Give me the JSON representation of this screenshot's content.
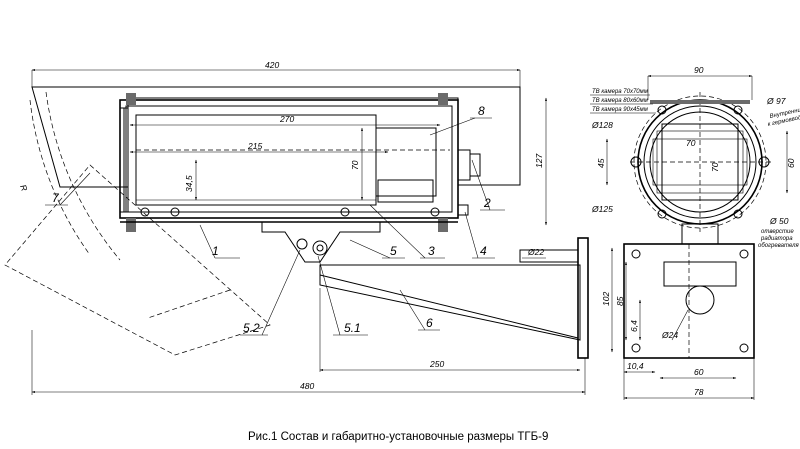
{
  "caption": "Рис.1 Состав и габаритно-установочные размеры ТГБ-9",
  "side_view": {
    "dims": {
      "overall_length": "420",
      "inner_length": "270",
      "optic_length": "215",
      "height_34": "34,5",
      "height_70": "70",
      "total_height": "127",
      "bracket_reach": "250",
      "total_length": "480",
      "hole_d": "Ø22",
      "radius": "R"
    },
    "parts": [
      "1",
      "2",
      "3",
      "4",
      "5",
      "5.1",
      "5.2",
      "6",
      "7",
      "8"
    ]
  },
  "front_view": {
    "dims": {
      "width_90": "90",
      "d97": "Ø 97",
      "d128": "Ø128",
      "d125": "Ø125",
      "h45": "45",
      "h60": "60",
      "inner_70a": "70",
      "inner_70b": "70",
      "d50": "Ø 50"
    },
    "notes": {
      "cam1": "ТВ камера 70х70мм",
      "cam2": "ТВ камера 80х60мм",
      "cam3": "ТВ камера 90х45мм",
      "inner_line1": "Внутренний",
      "inner_line2": "к гермовводу",
      "hole_line1": "отверстие",
      "hole_line2": "радиатора",
      "hole_line3": "обогревателя"
    }
  },
  "bracket_view": {
    "dims": {
      "h102": "102",
      "h85": "85",
      "d24": "Ø24",
      "h64": "6,4",
      "w104": "10,4",
      "w60": "60",
      "w78": "78"
    }
  }
}
